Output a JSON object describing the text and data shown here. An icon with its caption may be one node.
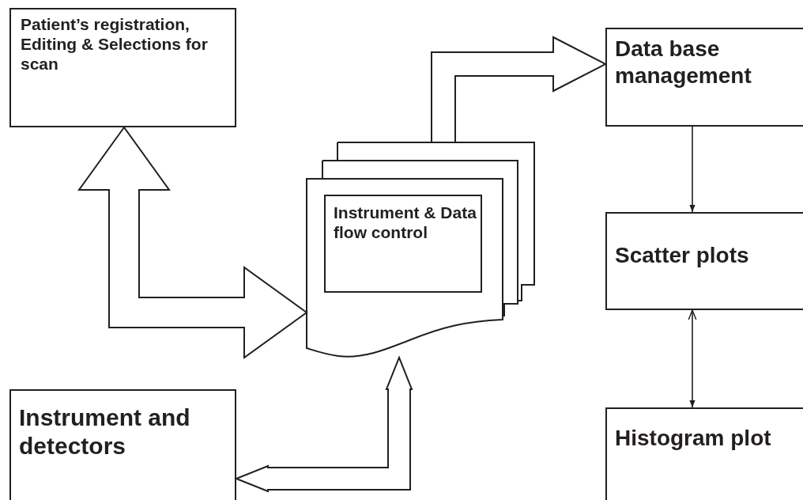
{
  "diagram": {
    "nodes": [
      {
        "text": [
          "Patient’s registration, Editing & Selections for scan"
        ]
      },
      {
        "text": [],
        "shape": "document"
      },
      {
        "text": [
          "Instrument & Data flow control"
        ],
        "in": 1
      },
      {
        "text": [
          "Data base management"
        ]
      },
      {
        "text": [
          "Scatter plots"
        ]
      },
      {
        "text": [
          "Instrument and detectors"
        ]
      },
      {
        "text": [
          "Histogram plot"
        ]
      }
    ],
    "edges": [
      {
        "from": 0,
        "to": 1,
        "arrow": "both",
        "style": "thick"
      },
      {
        "from": 1,
        "to": 3,
        "arrow": "to",
        "style": "thick"
      },
      {
        "from": 3,
        "to": 4,
        "arrow": "to"
      },
      {
        "from": 4,
        "to": 6,
        "arrow": "both"
      },
      {
        "from": 5,
        "to": 1,
        "arrow": "both",
        "style": "thick"
      }
    ]
  }
}
